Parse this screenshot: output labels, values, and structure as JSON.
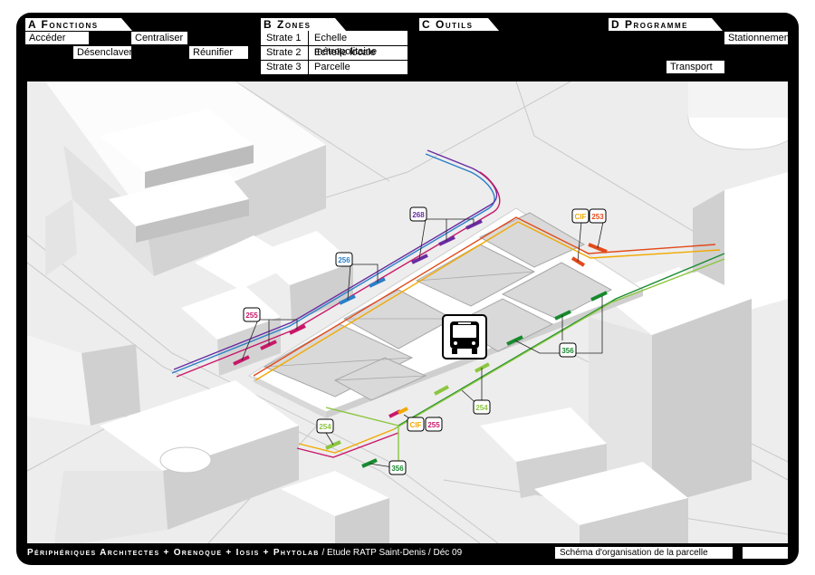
{
  "sections": {
    "a": {
      "title": "A Fonctions",
      "items": [
        "Accéder",
        "Désenclaver",
        "Centraliser",
        "Réunifier"
      ]
    },
    "b": {
      "title": "B Zones",
      "rows": [
        {
          "strate": "Strate 1",
          "label": "Echelle métropolitaine"
        },
        {
          "strate": "Strate 2",
          "label": "Echelle locale"
        },
        {
          "strate": "Strate 3",
          "label": "Parcelle"
        }
      ]
    },
    "c": {
      "title": "C Outils"
    },
    "d": {
      "title": "D Programme",
      "items": [
        "Stationnement",
        "Transport"
      ]
    }
  },
  "map": {
    "bus_lines": [
      {
        "id": "268",
        "color": "#6a2ca0"
      },
      {
        "id": "256",
        "color": "#2a7fc8"
      },
      {
        "id": "255",
        "color": "#c8186a"
      },
      {
        "id": "CIF",
        "color": "#f2a900"
      },
      {
        "id": "253",
        "color": "#e24a1b"
      },
      {
        "id": "356",
        "color": "#178a2e"
      },
      {
        "id": "254",
        "color": "#8cc63f"
      }
    ],
    "bus_icon": "bus-icon"
  },
  "footer": {
    "credits": "Périphériques Architectes + Orenoque + Iosis + Phytolab",
    "project": " / Etude RATP Saint-Denis / Déc 09",
    "caption": "Schéma d'organisation de la parcelle",
    "extra": ""
  }
}
